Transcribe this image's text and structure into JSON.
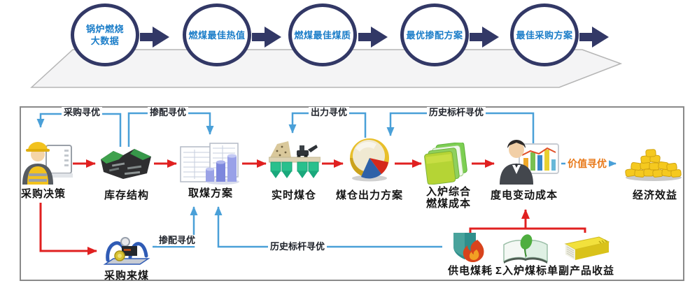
{
  "top_banner": {
    "steps": [
      {
        "lines": [
          "锅炉燃烧",
          "大数据"
        ]
      },
      {
        "lines": [
          "燃煤最佳热值"
        ]
      },
      {
        "lines": [
          "燃煤最佳煤质"
        ]
      },
      {
        "lines": [
          "最优掺配方案"
        ]
      },
      {
        "lines": [
          "最佳采购方案"
        ]
      }
    ]
  },
  "flow": {
    "nodes": {
      "procurement_decision": "采购决策",
      "inventory_structure": "库存结构",
      "coal_retrieval_plan": "取煤方案",
      "realtime_bunker": "实时煤仓",
      "bunker_output_plan": "煤仓出力方案",
      "furnace_coal_cost_lines": [
        "入炉综合",
        "燃煤成本"
      ],
      "kwh_variable_cost": "度电变动成本",
      "economic_benefit": "经济效益",
      "procured_coal": "采购来煤",
      "power_coal_consumption": "供电煤耗",
      "furnace_coal_standard": "Σ入炉煤标单",
      "byproduct_revenue": "副产品收益"
    },
    "edge_labels": {
      "procurement_opt": "采购寻优",
      "blend_opt_top": "掺配寻优",
      "output_opt": "出力寻优",
      "history_benchmark_top": "历史标杆寻优",
      "value_opt": "价值寻优",
      "blend_opt_bottom": "掺配寻优",
      "history_benchmark_bottom": "历史标杆寻优"
    }
  },
  "colors": {
    "circle_border": "#323866",
    "circle_text": "#1b7dc8",
    "arrow_red": "#e02020",
    "arrow_blue": "#4aa0d8",
    "value_opt_text": "#e87818",
    "platform_fill": "#f4f4f5",
    "panel_border": "#8a8a8a"
  }
}
